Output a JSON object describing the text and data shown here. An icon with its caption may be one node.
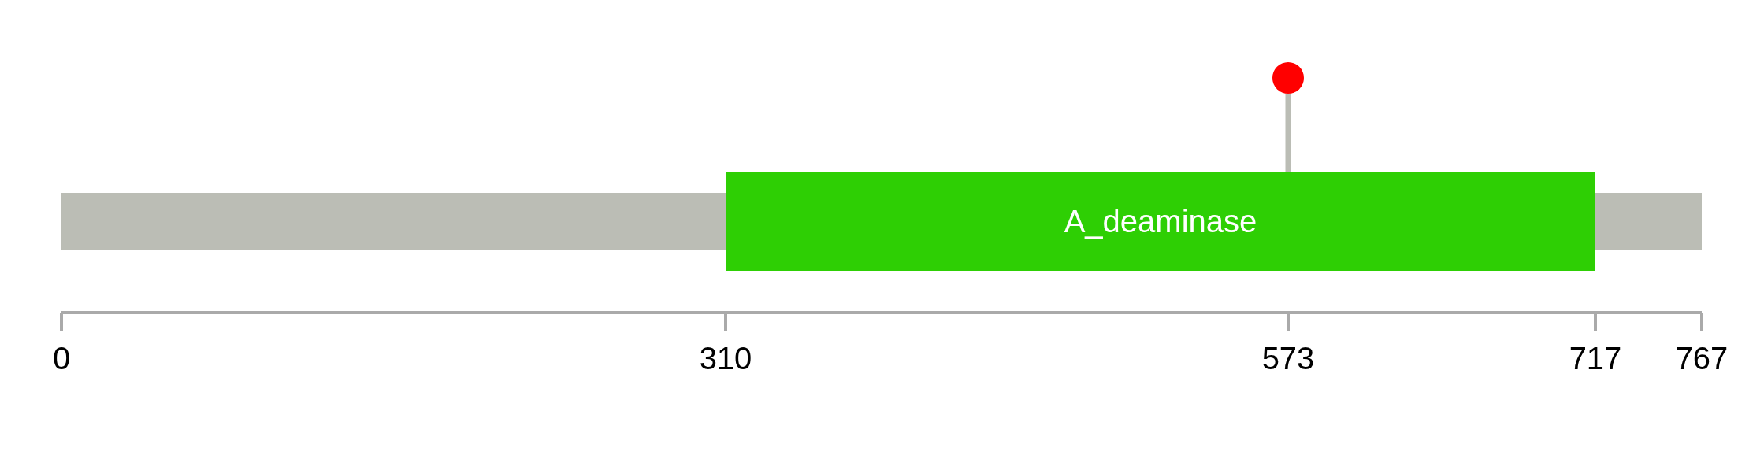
{
  "diagram": {
    "nodes": [
      {
        "text": [],
        "shape": "bar"
      },
      {
        "text": [
          "A_deaminase"
        ]
      },
      {
        "text": [],
        "shape": "bar"
      },
      {
        "text": [],
        "shape": "circle"
      }
    ],
    "edges": [
      {
        "from": 3,
        "to": 1,
        "arrow": "none"
      }
    ],
    "labels": [
      "0",
      "310",
      "573",
      "717",
      "767"
    ]
  }
}
